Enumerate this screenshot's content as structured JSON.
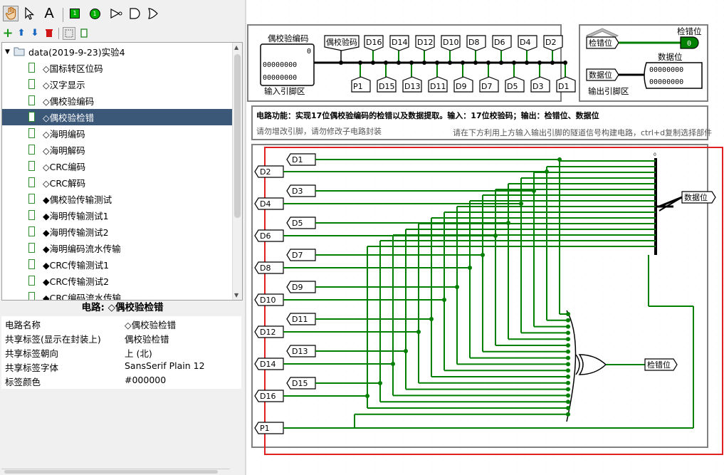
{
  "toolbar": {
    "tools": [
      "hand-icon",
      "arrow-icon",
      "text-tool-icon",
      "input-pin-icon",
      "output-pin-icon",
      "not-gate-icon",
      "and-gate-icon",
      "or-gate-icon"
    ],
    "text_tool_label": "A",
    "input_pin_label": "1",
    "output_pin_label": "1"
  },
  "tree": {
    "root_label": "data(2019-9-23)实验4",
    "items": [
      {
        "label": "◇国标转区位码"
      },
      {
        "label": "◇汉字显示"
      },
      {
        "label": "◇偶校验编码"
      },
      {
        "label": "◇偶校验检错",
        "selected": true
      },
      {
        "label": "◇海明编码"
      },
      {
        "label": "◇海明解码"
      },
      {
        "label": "◇CRC编码"
      },
      {
        "label": "◇CRC解码"
      },
      {
        "label": "◆偶校验传输测试"
      },
      {
        "label": "◆海明传输测试1"
      },
      {
        "label": "◆海明传输测试2"
      },
      {
        "label": "◆海明编码流水传输"
      },
      {
        "label": "◆CRC传输测试1"
      },
      {
        "label": "◆CRC传输测试2"
      },
      {
        "label": "◆CRC编码流水传输"
      }
    ]
  },
  "props": {
    "title": "电路: ◇偶校验检错",
    "rows": [
      {
        "k": "电路名称",
        "v": "◇偶校验检错"
      },
      {
        "k": "共享标签(显示在封装上)",
        "v": "偶校验检错"
      },
      {
        "k": "共享标签朝向",
        "v": "上 (北)"
      },
      {
        "k": "共享标签字体",
        "v": "SansSerif Plain 12"
      },
      {
        "k": "标签颜色",
        "v": "#000000"
      }
    ]
  },
  "canvas": {
    "encoder_title": "偶校验编码",
    "encoder_value_top": "0",
    "encoder_value_bits": "00000000",
    "encoder_value_bits2": "00000000",
    "in_pin_group_label": "输入引脚区",
    "out_pin_group_label": "输出引脚区",
    "parity_tunnel": "偶校验码",
    "top_tunnels": [
      "D16",
      "D14",
      "D12",
      "D10",
      "D8",
      "D6",
      "D4",
      "D2"
    ],
    "bottom_tunnels": [
      "P1",
      "D15",
      "D13",
      "D11",
      "D9",
      "D7",
      "D5",
      "D3",
      "D1"
    ],
    "err_pin_label": "检错位",
    "err_pin_value": "0",
    "data_pin_label": "数据位",
    "data_pin_value": "00000000",
    "data_pin_value2": "00000000",
    "err_tunnel": "检错位",
    "data_tunnel": "数据位",
    "desc_line1": "电路功能：实现17位偶校验编码的检错以及数据提取。输入：17位校验码；输出：检错位、数据位",
    "desc_line2": "请勿增改引脚，请勿修改子电路封装",
    "desc_line3": "请在下方利用上方输入输出引脚的隧道信号构建电路，ctrl+d复制选择部件",
    "left_tunnels": [
      "D1",
      "D2",
      "D3",
      "D4",
      "D5",
      "D6",
      "D7",
      "D8",
      "D9",
      "D10",
      "D11",
      "D12",
      "D13",
      "D14",
      "D15",
      "D16",
      "P1"
    ],
    "splitter_zero": "0",
    "out_err_tunnel": "检错位",
    "out_data_tunnel": "数据位",
    "colors": {
      "wire": "#007f00",
      "highlight": "#e02020",
      "pin_green": "#00a000"
    }
  }
}
